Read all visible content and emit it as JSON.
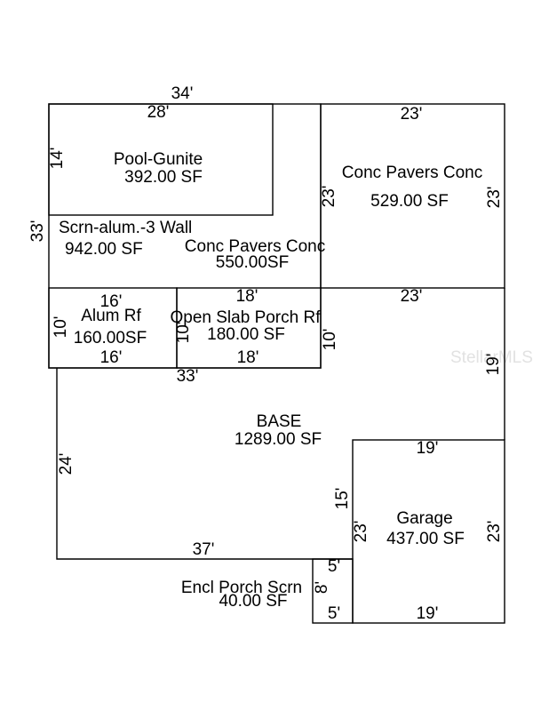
{
  "areas": {
    "pool": {
      "name": "Pool-Gunite",
      "area": "392.00 SF"
    },
    "scrn": {
      "name": "Scrn-alum.-3 Wall",
      "area": "942.00 SF"
    },
    "pavers_center": {
      "name": "Conc Pavers Conc",
      "area": "550.00SF"
    },
    "pavers_right": {
      "name": "Conc Pavers Conc",
      "area": "529.00 SF"
    },
    "alum_rf": {
      "name": "Alum Rf",
      "area": "160.00SF"
    },
    "slab": {
      "name": "Open Slab Porch Rf",
      "area": "180.00 SF"
    },
    "base": {
      "name": "BASE",
      "area": "1289.00 SF"
    },
    "garage": {
      "name": "Garage",
      "area": "437.00 SF"
    },
    "encl": {
      "name": "Encl Porch Scrn",
      "area": "40.00 SF"
    }
  },
  "dimensions": {
    "d34": "34'",
    "d28": "28'",
    "d23a": "23'",
    "d14": "14'",
    "d33a": "33'",
    "d23b": "23'",
    "d23c": "23'",
    "d16a": "16'",
    "d18a": "18'",
    "d23d": "23'",
    "d10a": "10'",
    "d10b": "10'",
    "d10c": "10'",
    "d16b": "16'",
    "d18b": "18'",
    "d33b": "33'",
    "d19a": "19'",
    "d24": "24'",
    "d19b": "19'",
    "d15": "15'",
    "d23e": "23'",
    "d23f": "23'",
    "d37": "37'",
    "d5a": "5'",
    "d8": "8'",
    "d5b": "5'",
    "d19c": "19'"
  },
  "watermark": "StellarMLS"
}
